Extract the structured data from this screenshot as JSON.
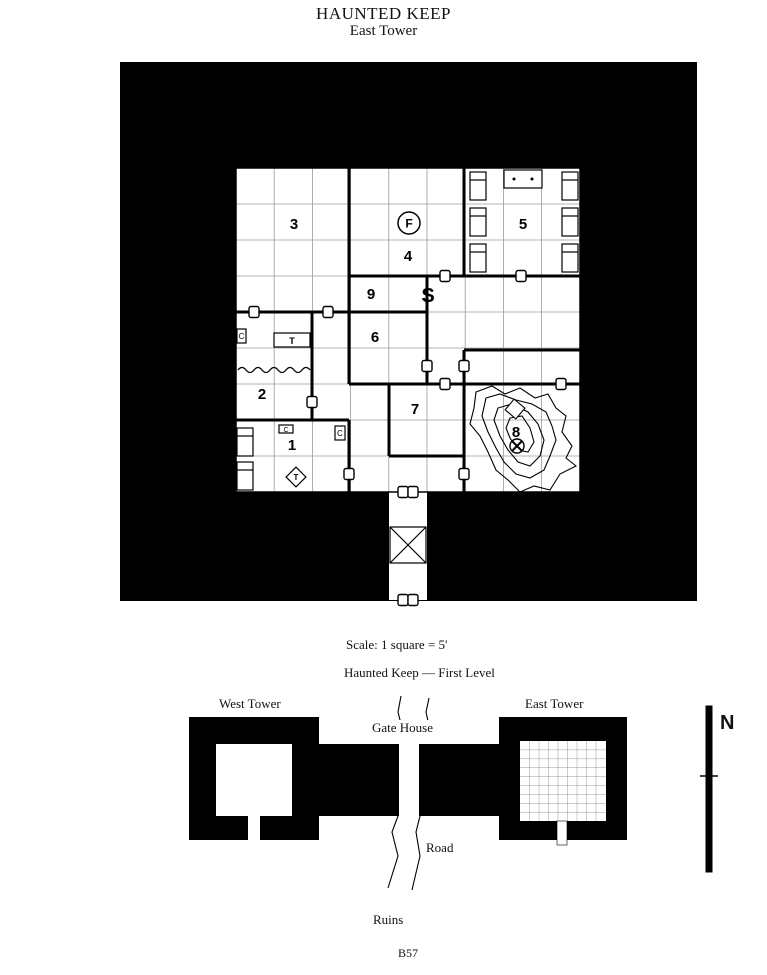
{
  "header": {
    "title": "HAUNTED KEEP",
    "subtitle": "East Tower"
  },
  "main_map": {
    "room_labels": [
      "1",
      "2",
      "3",
      "4",
      "5",
      "6",
      "7",
      "8",
      "9"
    ],
    "marker_labels": {
      "fountain": "F",
      "table": "T",
      "chest": "C",
      "secret_door": "S"
    },
    "icons": [
      "bed-icon",
      "door-icon",
      "secret-door-icon",
      "fountain-icon",
      "table-icon",
      "chest-icon",
      "stairs-icon",
      "rubble-icon",
      "pit-icon"
    ]
  },
  "scale_text": "Scale: 1 square = 5'",
  "level_title": "Haunted Keep — First Level",
  "overview": {
    "west_tower": "West Tower",
    "east_tower": "East Tower",
    "gate_house": "Gate House",
    "road": "Road",
    "ruins": "Ruins"
  },
  "compass": {
    "label": "N"
  },
  "footer": {
    "page_code": "B57"
  },
  "colors": {
    "wall": "#000000",
    "floor": "#ffffff",
    "grid": "#9a9a9a"
  }
}
